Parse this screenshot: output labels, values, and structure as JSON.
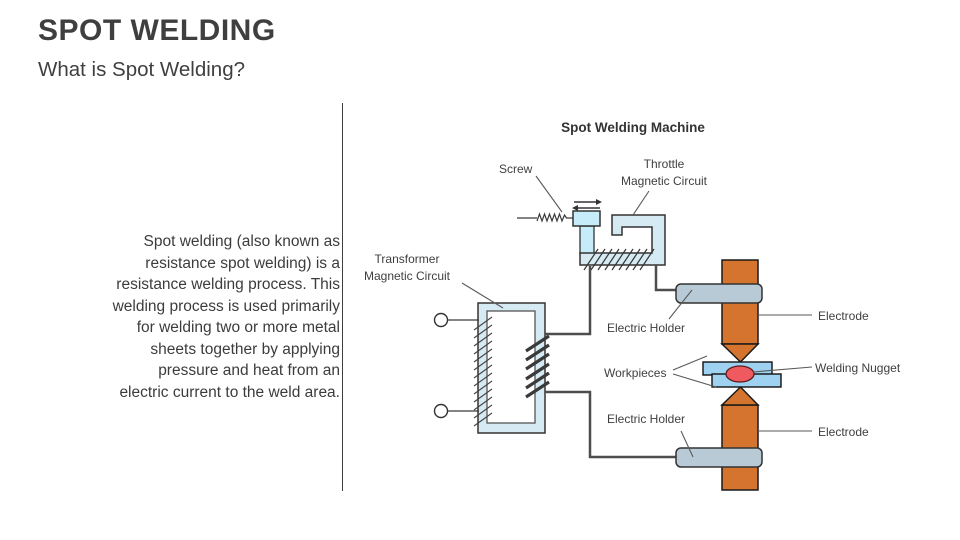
{
  "slide": {
    "title": "SPOT WELDING",
    "subtitle": "What is Spot Welding?",
    "body": "Spot welding (also known as\nresistance spot welding) is a\nresistance welding process. This\nwelding process is used primarily\nfor welding two or more metal\nsheets together by applying\npressure and heat from an\nelectric current to the weld area."
  },
  "diagram": {
    "title": "Spot Welding Machine",
    "labels": {
      "screw": "Screw",
      "throttle": "Throttle\nMagnetic Circuit",
      "transformer": "Transformer\nMagnetic Circuit",
      "electric_holder_top": "Electric Holder",
      "workpieces": "Workpieces",
      "electric_holder_bottom": "Electric Holder",
      "electrode_top": "Electrode",
      "welding_nugget": "Welding Nugget",
      "electrode_bottom": "Electrode"
    },
    "colors": {
      "electrode_orange": "#d4742f",
      "holder_gray": "#b8cad5",
      "workpiece_blue": "#9ed2f0",
      "nugget_red": "#ee5a5f",
      "core_light_blue": "#d6eaf3",
      "screw_cyan": "#c6ecf9",
      "white": "#ffffff"
    }
  }
}
